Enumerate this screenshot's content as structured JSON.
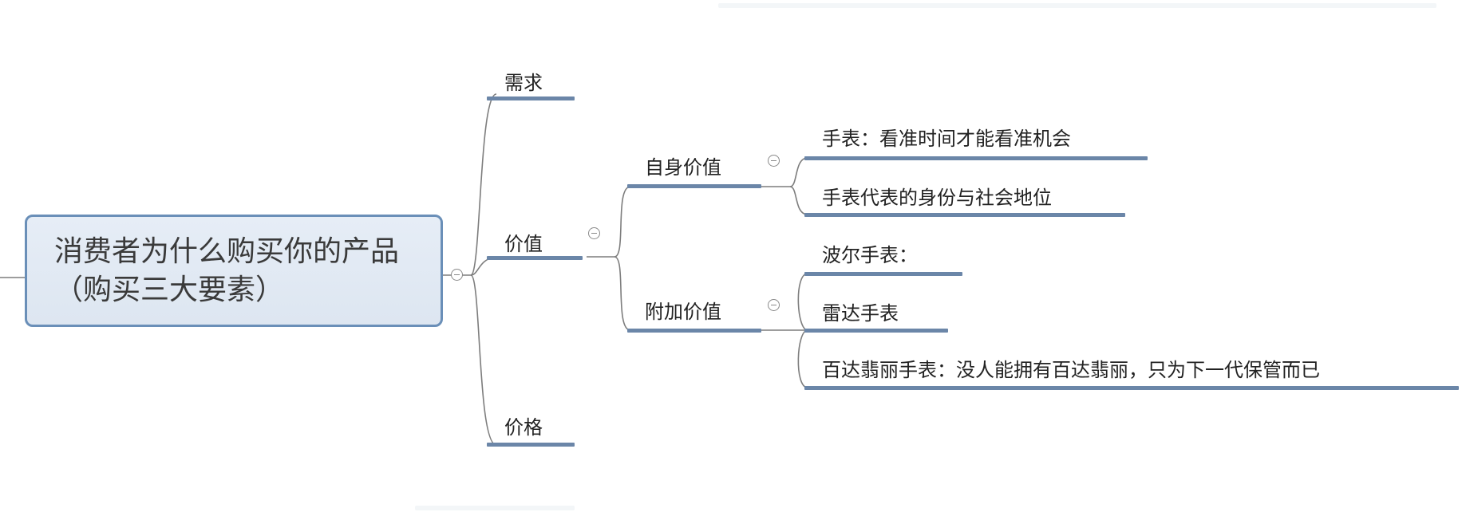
{
  "mindmap": {
    "root": {
      "line1": "消费者为什么购买你的产品",
      "line2": "（购买三大要素）"
    },
    "branches": [
      {
        "label": "需求"
      },
      {
        "label": "价值",
        "children": [
          {
            "label": "自身价值",
            "children": [
              {
                "label": "手表：看准时间才能看准机会"
              },
              {
                "label": "手表代表的身份与社会地位"
              }
            ]
          },
          {
            "label": "附加价值",
            "children": [
              {
                "label": "波尔手表："
              },
              {
                "label": "雷达手表"
              },
              {
                "label": "百达翡丽手表：没人能拥有百达翡丽，只为下一代保管而已"
              }
            ]
          }
        ]
      },
      {
        "label": "价格"
      }
    ],
    "icons": {
      "collapse": "collapse-minus-circle-icon"
    },
    "colors": {
      "root_border": "#6a8fb8",
      "root_fill": "#e1e9f3",
      "underline": "#6b86a8",
      "connector": "#7d7d7d"
    }
  }
}
